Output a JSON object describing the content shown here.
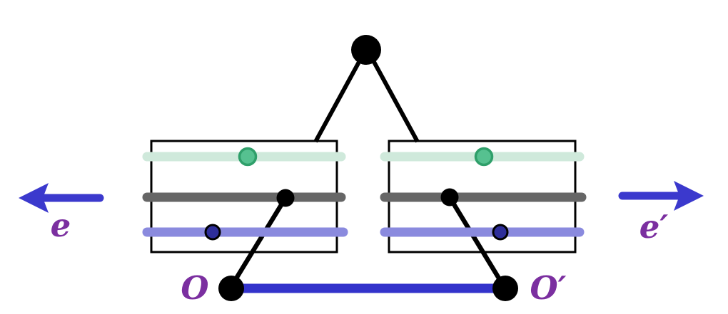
{
  "figure": {
    "labels": {
      "left_axis": "e",
      "right_axis": "e′",
      "left_origin": "O",
      "right_origin": "O′"
    },
    "colors": {
      "arrow_blue": "#3b39cd",
      "baseline_blue": "#3333cb",
      "label_purple": "#7b2fa0",
      "band_green": "#cfe9db",
      "band_gray": "#666666",
      "band_lavender": "#8a8ade",
      "dot_green_fill": "#56c190",
      "dot_green_stroke": "#2f9f6a",
      "dot_navy_fill": "#2e2e9a",
      "dot_black": "#000000"
    }
  }
}
